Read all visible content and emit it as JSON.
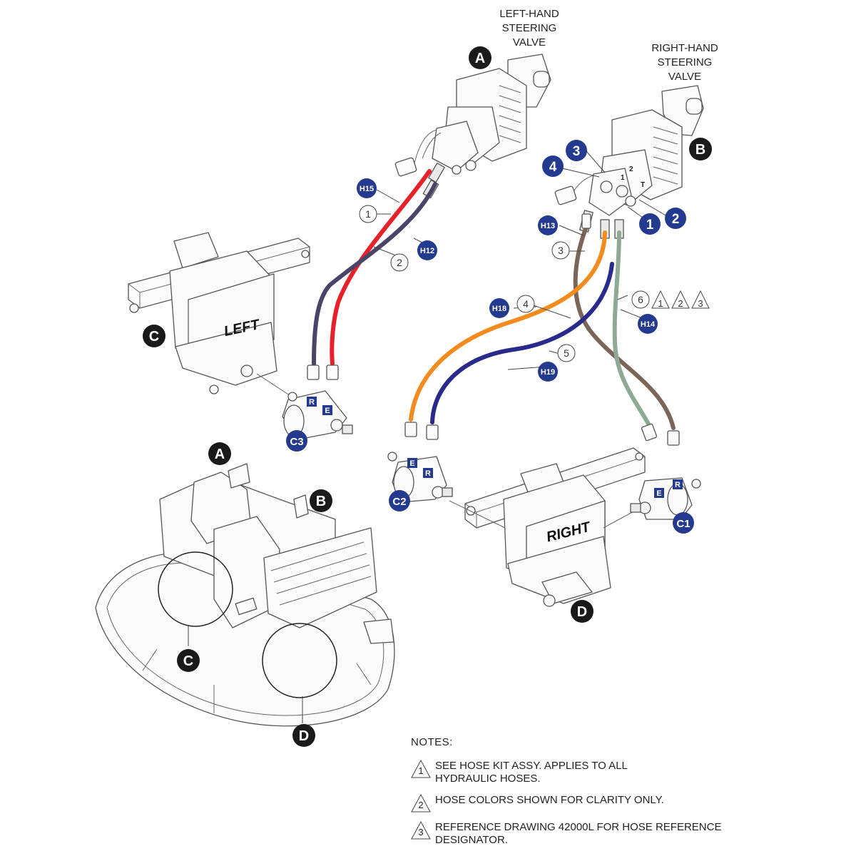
{
  "labels": {
    "left_valve": [
      "LEFT-HAND",
      "STEERING",
      "VALVE"
    ],
    "right_valve": [
      "RIGHT-HAND",
      "STEERING",
      "VALVE"
    ],
    "left_motor": "LEFT",
    "right_motor": "RIGHT"
  },
  "callouts": {
    "A_top": "A",
    "B_top": "B",
    "C_left": "C",
    "D_right": "D",
    "A_bottom": "A",
    "B_bottom": "B",
    "C_bottom": "C",
    "D_bottom": "D"
  },
  "port_callouts": {
    "p1": "1",
    "p2": "2",
    "p3": "3",
    "p4": "4"
  },
  "hose_refs": {
    "H15": "H15",
    "H12": "H12",
    "H13": "H13",
    "H14": "H14",
    "H18": "H18",
    "H19": "H19"
  },
  "item_numbers": {
    "i1": "1",
    "i2": "2",
    "i3": "3",
    "i4": "4",
    "i5": "5",
    "i6": "6"
  },
  "item6_notes": [
    "1",
    "2",
    "3"
  ],
  "fittings": {
    "C1": "C1",
    "C2": "C2",
    "C3": "C3"
  },
  "port_letters": {
    "E": "E",
    "R": "R"
  },
  "valve_ports": {
    "v1": "1",
    "v2": "2",
    "vT": "T"
  },
  "notes": {
    "header": "NOTES:",
    "items": [
      {
        "num": "1",
        "text": "SEE HOSE KIT ASSY.  APPLIES TO ALL HYDRAULIC HOSES."
      },
      {
        "num": "2",
        "text": "HOSE COLORS SHOWN FOR CLARITY ONLY."
      },
      {
        "num": "3",
        "text": "REFERENCE DRAWING 42000L FOR HOSE REFERENCE DESIGNATOR."
      }
    ]
  },
  "colors": {
    "hose_red": "#e8202a",
    "hose_purple": "#4a4468",
    "hose_brown": "#7a6558",
    "hose_green": "#8faa94",
    "hose_orange": "#f38b1f",
    "hose_navy": "#2a2a8c",
    "callout_blue": "#243a8f",
    "callout_black": "#1a1a1a"
  }
}
